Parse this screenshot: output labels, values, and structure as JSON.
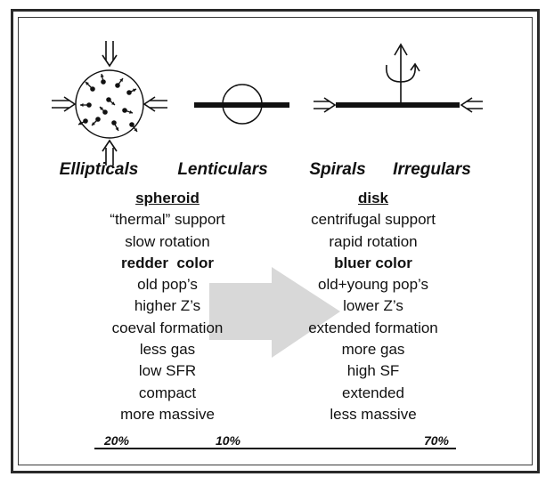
{
  "galaxy_types": {
    "ellipticals": "Ellipticals",
    "lenticulars": "Lenticulars",
    "spirals": "Spirals",
    "irregulars": "Irregulars"
  },
  "spheroid": {
    "heading": "spheroid",
    "properties": [
      "“thermal” support",
      "slow rotation",
      "redder  color",
      "old pop’s",
      "higher Z’s",
      "coeval formation",
      "less gas",
      "low SFR",
      "compact",
      "more massive"
    ]
  },
  "disk": {
    "heading": "disk",
    "properties": [
      "centrifugal support",
      "rapid rotation",
      "bluer color",
      "old+young pop’s",
      "lower Z’s",
      "extended formation",
      "more gas",
      "high SF",
      "extended",
      "less massive"
    ]
  },
  "fractions": {
    "ellipticals": "20%",
    "lenticulars": "10%",
    "spirals_irregulars": "70%"
  },
  "colors": {
    "frame": "#2a2a2a",
    "ink": "#111111",
    "big_arrow": "#d8d8d8"
  }
}
